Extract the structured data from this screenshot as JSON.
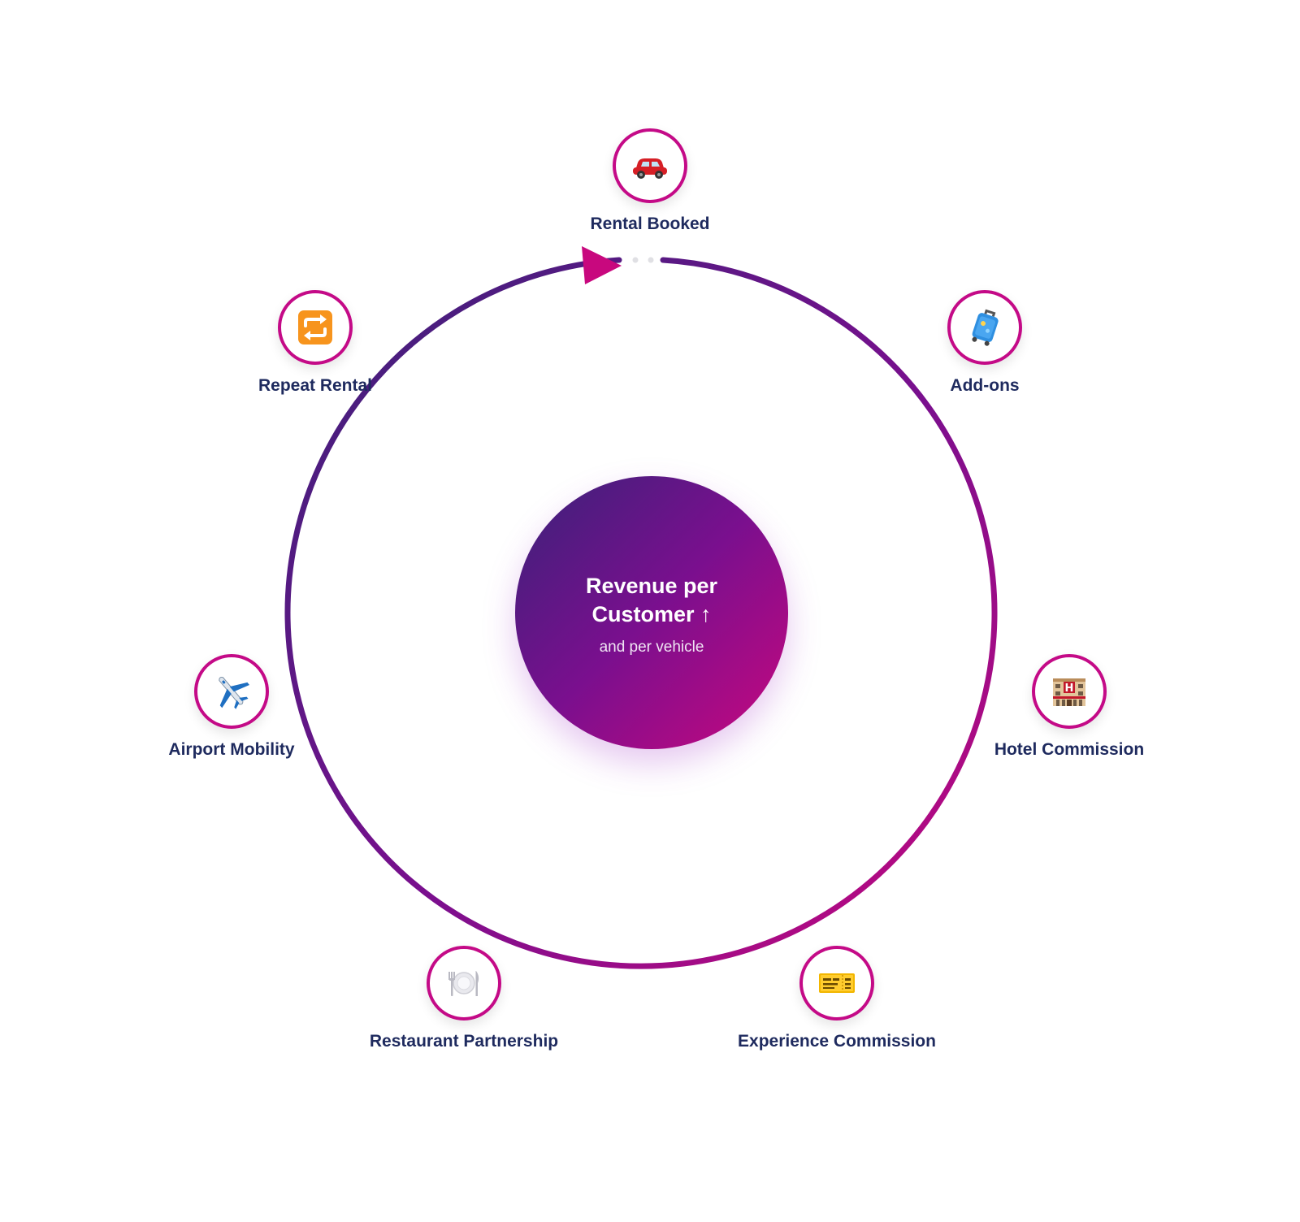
{
  "center": {
    "title": "Revenue per Customer ↑",
    "subtitle": "and per vehicle"
  },
  "colors": {
    "ring_start": "#3a2279",
    "ring_end": "#c8087e",
    "node_border": "#c40a87",
    "label": "#1e2a5e"
  },
  "nodes": [
    {
      "label": "Rental Booked",
      "icon": "car-icon"
    },
    {
      "label": "Add-ons",
      "icon": "luggage-icon"
    },
    {
      "label": "Hotel Commission",
      "icon": "hotel-icon"
    },
    {
      "label": "Experience Commission",
      "icon": "ticket-icon"
    },
    {
      "label": "Restaurant Partnership",
      "icon": "plate-cutlery-icon"
    },
    {
      "label": "Airport Mobility",
      "icon": "airplane-icon"
    },
    {
      "label": "Repeat Rental",
      "icon": "repeat-icon"
    }
  ]
}
